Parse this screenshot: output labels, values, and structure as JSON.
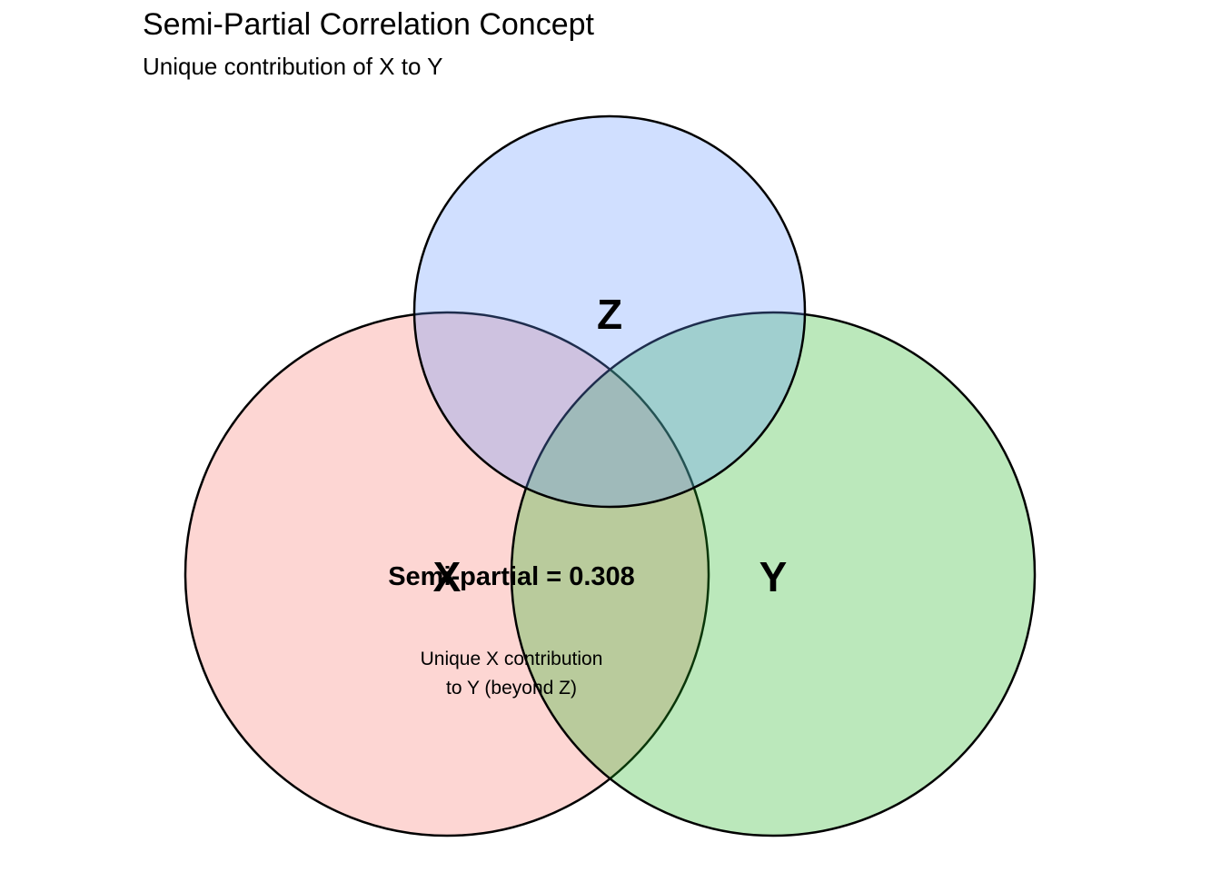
{
  "header": {
    "title": "Semi-Partial Correlation Concept",
    "subtitle": "Unique contribution of X to Y"
  },
  "sets": [
    {
      "id": "X",
      "label": "X",
      "color": "#F8766D"
    },
    {
      "id": "Y",
      "label": "Y",
      "color": "#1EB41E"
    },
    {
      "id": "Z",
      "label": "Z",
      "color": "#6495FF"
    }
  ],
  "annotation": {
    "value_text": "Semi-partial = 0.308",
    "note_line1": "Unique X contribution",
    "note_line2": "to Y (beyond Z)"
  }
}
